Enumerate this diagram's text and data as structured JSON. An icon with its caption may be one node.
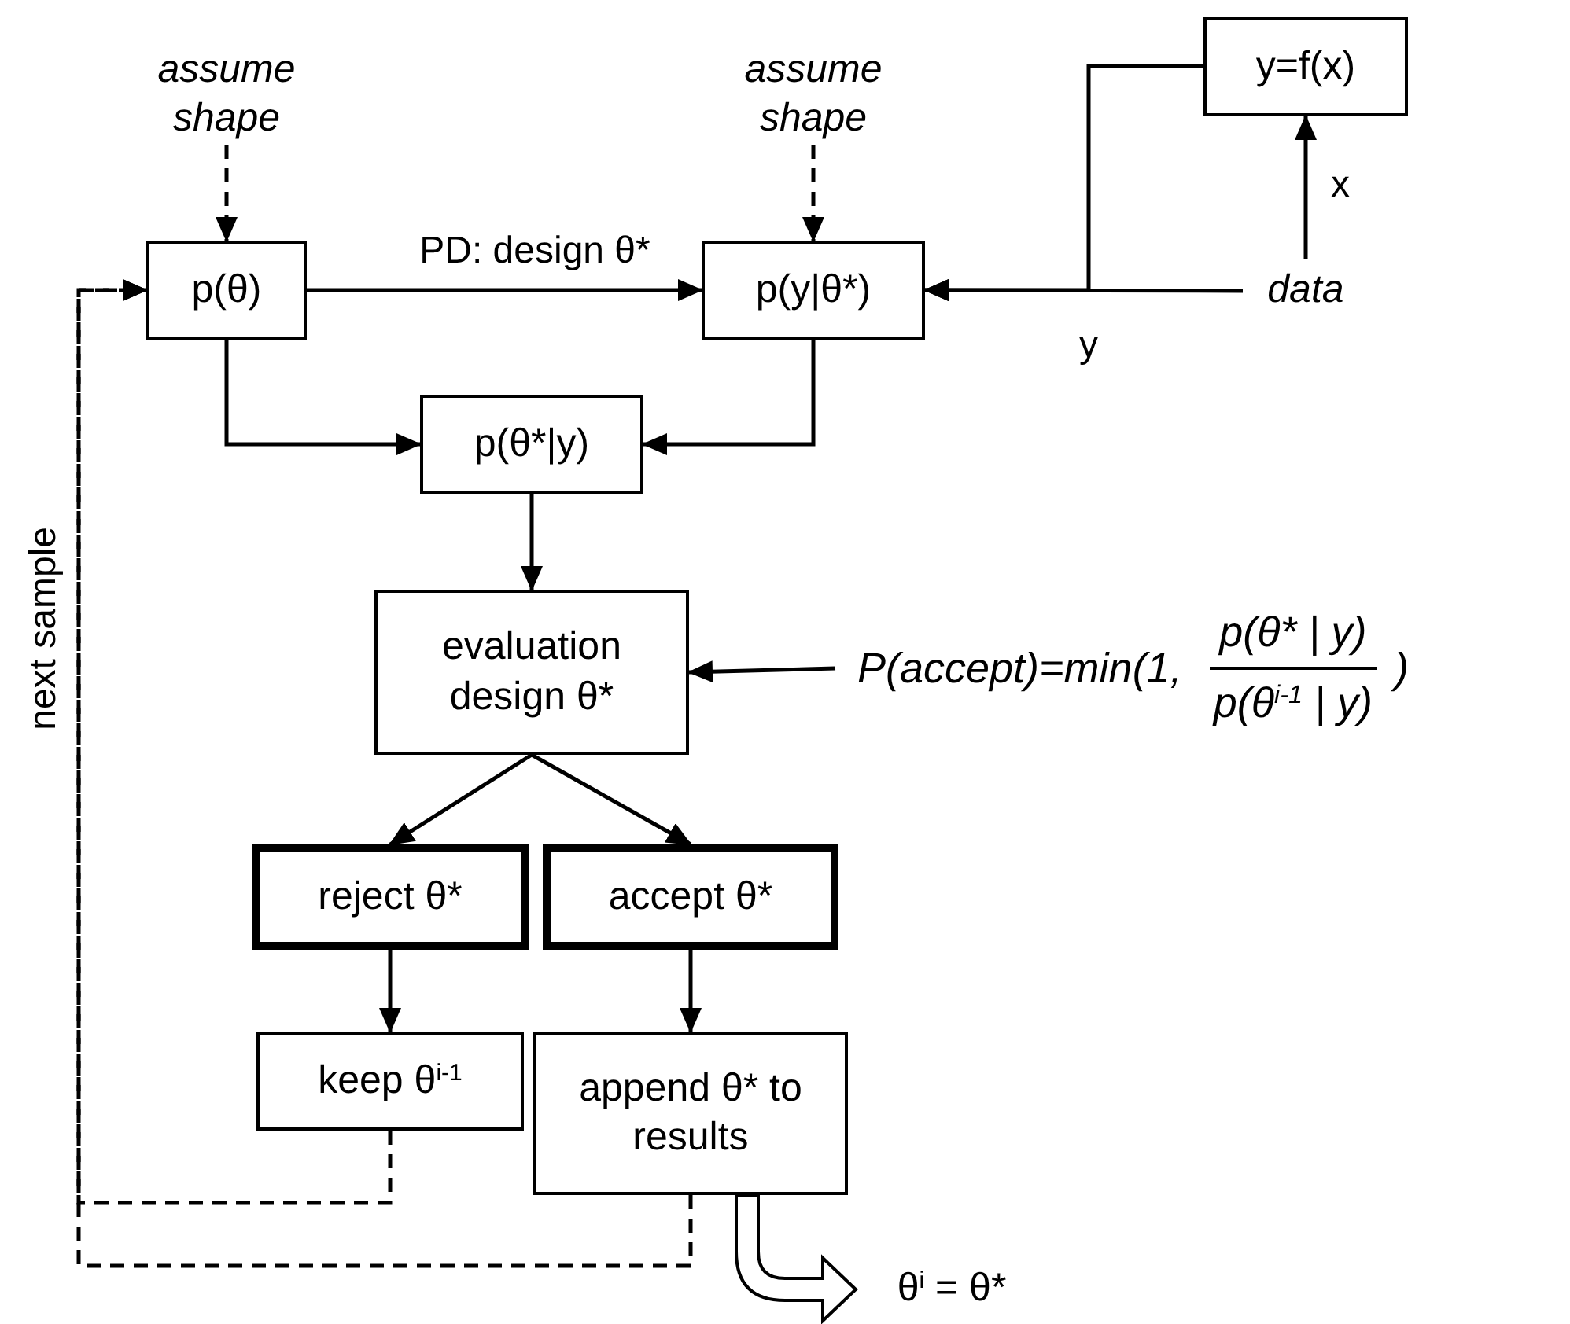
{
  "diagram": {
    "nodes": [
      {
        "text": [
          "assume shape"
        ]
      },
      {
        "text": [
          "assume shape"
        ]
      },
      {
        "text": [
          "y=f(x)"
        ]
      },
      {
        "text": [
          "p(θ)"
        ]
      },
      {
        "text": [
          "p(y|θ*)"
        ]
      },
      {
        "text": [
          "data"
        ]
      },
      {
        "text": [
          "p(θ*|y)"
        ]
      },
      {
        "text": [
          "evaluation design θ*"
        ]
      },
      {
        "text": [
          "P(accept)=min(1,",
          "p(θ* | y)",
          "p(θ$^{i-1}$ | y)",
          ")"
        ]
      },
      {
        "text": [
          "reject θ*"
        ]
      },
      {
        "text": [
          "accept θ*"
        ]
      },
      {
        "text": [
          "keep θ$^{i-1}$"
        ]
      },
      {
        "text": [
          "append θ* to results"
        ]
      },
      {
        "text": [
          "θ$^{i}$ = θ*"
        ]
      }
    ],
    "edges": [
      {
        "from": 0,
        "to": 3,
        "arrow": "to",
        "style": "dashed"
      },
      {
        "from": 1,
        "to": 4,
        "arrow": "to",
        "style": "dashed"
      },
      {
        "from": 3,
        "to": 4,
        "arrow": "to",
        "label": "PD: design θ*"
      },
      {
        "from": 5,
        "to": 2,
        "arrow": "to",
        "label": "x"
      },
      {
        "from": 2,
        "to": 4,
        "arrow": "to",
        "label": "y"
      },
      {
        "from": 5,
        "to": 4,
        "arrow": "to"
      },
      {
        "from": 3,
        "to": 6,
        "arrow": "to"
      },
      {
        "from": 4,
        "to": 6,
        "arrow": "to"
      },
      {
        "from": 6,
        "to": 7,
        "arrow": "to"
      },
      {
        "from": 8,
        "to": 7,
        "arrow": "to"
      },
      {
        "from": 7,
        "to": 9,
        "arrow": "to"
      },
      {
        "from": 7,
        "to": 10,
        "arrow": "to"
      },
      {
        "from": 9,
        "to": 11,
        "arrow": "to"
      },
      {
        "from": 10,
        "to": 12,
        "arrow": "to"
      },
      {
        "from": 11,
        "to": 3,
        "arrow": "to",
        "style": "dashed"
      },
      {
        "from": 12,
        "to": 3,
        "arrow": "to",
        "style": "dashed"
      },
      {
        "from": 12,
        "to": 13,
        "arrow": "to",
        "style": "thick"
      }
    ],
    "labels": [
      "next sample"
    ]
  }
}
